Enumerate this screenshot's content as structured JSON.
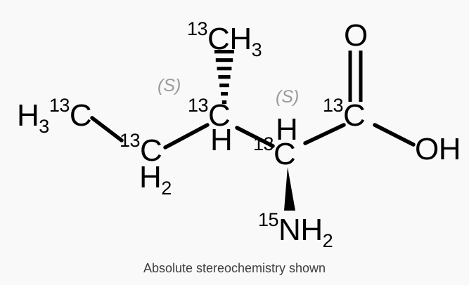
{
  "figure": {
    "kind": "chemical-structure-diagram",
    "background_color": "#f9f9f9",
    "bond_color": "#000000",
    "atom_text_color": "#000000",
    "stereo_text_color": "#9a9a9a",
    "caption_text_color": "#3d3d3d",
    "caption": "Absolute stereochemistry shown"
  },
  "atoms": {
    "terminal_methyl": {
      "h_main": "H",
      "h_sub": "3",
      "iso": "13",
      "element": "C"
    },
    "methylene": {
      "iso": "13",
      "element": "C",
      "h_main": "H",
      "h_sub": "2"
    },
    "branch_methyl": {
      "iso": "13",
      "element": "CH",
      "sub": "3"
    },
    "beta_carbon": {
      "iso": "13",
      "element": "C",
      "hydrogen": "H"
    },
    "alpha_carbon": {
      "iso": "13",
      "element": "C",
      "hydrogen": "H"
    },
    "carboxyl_carbon": {
      "iso": "13",
      "element": "C"
    },
    "carbonyl_oxygen": {
      "element": "O"
    },
    "hydroxyl": {
      "element": "OH"
    },
    "amine": {
      "iso": "15",
      "element": "NH",
      "sub": "2"
    }
  },
  "stereo_descriptors": {
    "beta": "(S)",
    "alpha": "(S)"
  }
}
